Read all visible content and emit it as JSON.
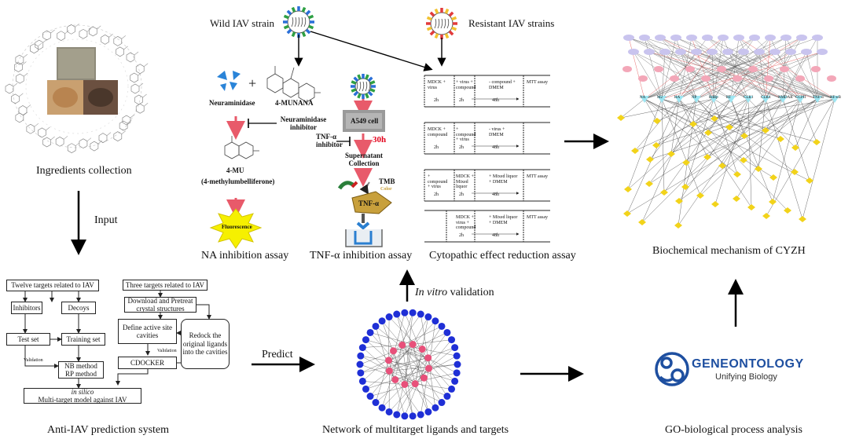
{
  "strains": {
    "wild": "Wild IAV strain",
    "resistant": "Resistant IAV strains"
  },
  "ingredients": {
    "caption": "Ingredients collection"
  },
  "input_label": "Input",
  "na_assay": {
    "neuraminidase": "Neuraminidase",
    "substrate": "4-MUNANA",
    "plus": "+",
    "inhibitor": "Neuraminidase inhibitor",
    "product": "4-MU",
    "product_full": "(4-methylumbelliferone)",
    "signal": "Fluorescence",
    "caption": "NA inhibition assay"
  },
  "tnf_assay": {
    "cell": "A549 cell",
    "inhibitor": "TNF-α inhibitor",
    "time": "30h",
    "supernatant": "Supernatant Collection",
    "tmb": "TMB",
    "color": "Color",
    "tnf": "TNF-α",
    "caption": "TNF-α inhibition assay"
  },
  "cpe_assay": {
    "caption": "Cytopathic effect reduction assay",
    "rows": [
      {
        "a": "MDCK + virus",
        "b": "+ virus + compound",
        "c": "- compound + DMEM",
        "d": "MTT assay",
        "t1": "2h",
        "t2": "2h",
        "t3": "48h"
      },
      {
        "a": "MDCK + compound",
        "b": "+ compound + virus",
        "c": "- virus + DMEM",
        "d": "",
        "t1": "2h",
        "t2": "2h",
        "t3": "48h"
      },
      {
        "a": "+ compound + virus",
        "b": "MDCK + Mixed liquor",
        "c": "+ Mixed liquor + DMEM",
        "d": "MTT assay",
        "t1": "2h",
        "t2": "2h",
        "t3": "48h"
      },
      {
        "a": "",
        "b": "MDCK + virus + compound",
        "c": "+ Mixed liquor + DMEM",
        "d": "MTT assay",
        "t1": "",
        "t2": "2h",
        "t3": "48h"
      }
    ]
  },
  "biochem": {
    "caption": "Biochemical mechanism of CYZH",
    "targets": [
      "NA",
      "M2",
      "HA",
      "NP",
      "RdRp",
      "RT",
      "CLK1",
      "CLK4",
      "NMDAR",
      "GCPII",
      "TNF-α",
      "NF-κB"
    ]
  },
  "prediction": {
    "left_title": "Twelve targets related to IAV",
    "inhibitors": "Inhibitors",
    "decoys": "Decoys",
    "test_set": "Test set",
    "training_set": "Training set",
    "validation": "Validation",
    "nb_method": "NB method",
    "rp_method": "RP method",
    "in_silico": "in silico",
    "multi_target": "Multi-target model against IAV",
    "right_title": "Three targets related to IAV",
    "download": "Download and Pretreat crystal structures",
    "define": "Define active site cavities",
    "redock": "Redock the original ligands into the cavities",
    "cdocker": "CDOCKER",
    "validation2": "Validation",
    "caption": "Anti-IAV prediction system"
  },
  "predict_label": "Predict",
  "validation_label_em": "In vitro",
  "validation_label": " validation",
  "network": {
    "caption": "Network of multitarget ligands and targets"
  },
  "go": {
    "brand_main": "GENEONTOLOGY",
    "brand_sub": "Unifying Biology",
    "caption": "GO-biological process analysis"
  },
  "colors": {
    "network_blue": "#1f2fd6",
    "network_pink": "#e8507a",
    "go_blue": "#1e4fa0",
    "fluorescence": "#f6f000",
    "tnf_gold": "#c8a03c"
  }
}
